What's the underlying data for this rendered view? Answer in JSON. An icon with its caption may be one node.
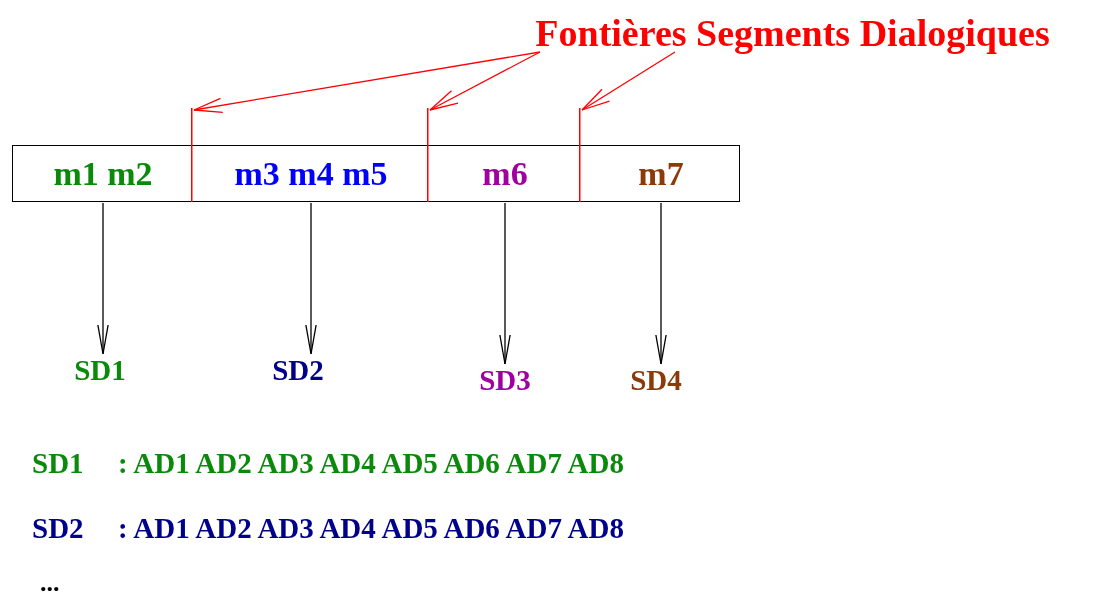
{
  "diagram": {
    "nodes": [
      {
        "text": [
          "Fontières Segments Dialogiques"
        ]
      },
      {
        "text": [],
        "shape": "box"
      },
      {
        "text": [
          "m1 m2"
        ],
        "in": 1
      },
      {
        "text": [
          "m3 m4 m5"
        ],
        "in": 1
      },
      {
        "text": [
          "m6"
        ],
        "in": 1
      },
      {
        "text": [
          "m7"
        ],
        "in": 1
      },
      {
        "text": [],
        "shape": "bar"
      },
      {
        "text": [],
        "shape": "bar"
      },
      {
        "text": [],
        "shape": "bar"
      },
      {
        "text": [
          "SD1"
        ]
      },
      {
        "text": [
          "SD2"
        ]
      },
      {
        "text": [
          "SD3"
        ]
      },
      {
        "text": [
          "SD4"
        ]
      }
    ],
    "edges": [
      {
        "from": 0,
        "to": 6,
        "arrow": "to",
        "color": "#ff0000"
      },
      {
        "from": 0,
        "to": 7,
        "arrow": "to",
        "color": "#ff0000"
      },
      {
        "from": 0,
        "to": 8,
        "arrow": "to",
        "color": "#ff0000"
      },
      {
        "from": 2,
        "to": 9,
        "arrow": "to"
      },
      {
        "from": 3,
        "to": 10,
        "arrow": "to"
      },
      {
        "from": 4,
        "to": 11,
        "arrow": "to"
      },
      {
        "from": 5,
        "to": 12,
        "arrow": "to"
      }
    ],
    "labels": [
      "SD1",
      ": AD1 AD2 AD3 AD4 AD5 AD6 AD7 AD8",
      "SD2",
      ": AD1 AD2 AD3 AD4 AD5 AD6 AD7 AD8",
      "..."
    ]
  }
}
